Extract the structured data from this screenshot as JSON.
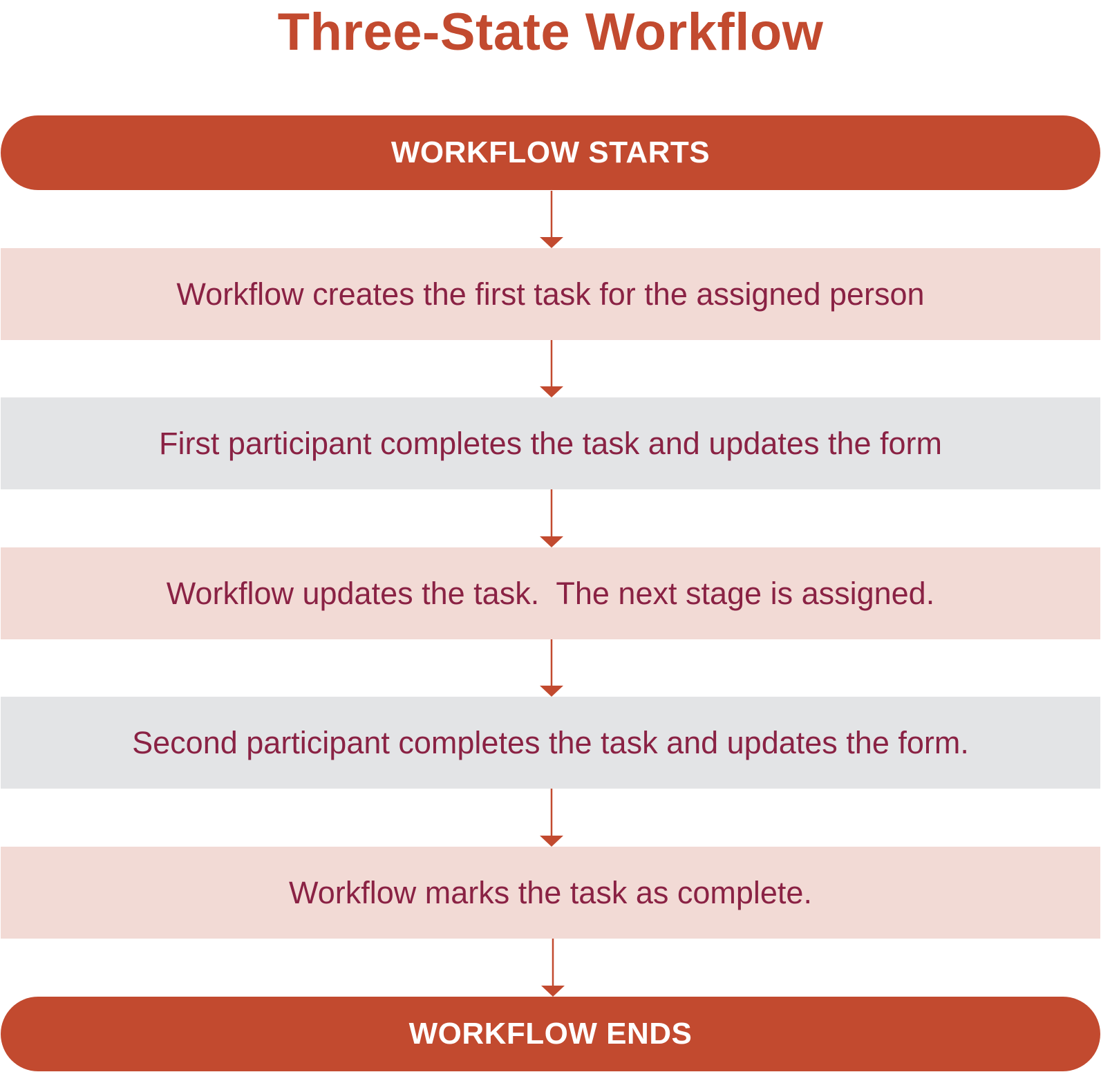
{
  "title": "Three-State Workflow",
  "start_label": "WORKFLOW STARTS",
  "end_label": "WORKFLOW ENDS",
  "steps": [
    {
      "text": "Workflow creates the first task for the assigned person"
    },
    {
      "text": "First participant completes the task and updates the form"
    },
    {
      "text": "Workflow updates the task.  The next stage is assigned."
    },
    {
      "text": "Second participant completes the task and updates the form."
    },
    {
      "text": "Workflow marks the task as complete."
    }
  ],
  "colors": {
    "accent": "#c24a2f",
    "step_text": "#8a2244",
    "step_pink": "#f2dad5",
    "step_grey": "#e3e4e6",
    "pill_text": "#ffffff"
  }
}
